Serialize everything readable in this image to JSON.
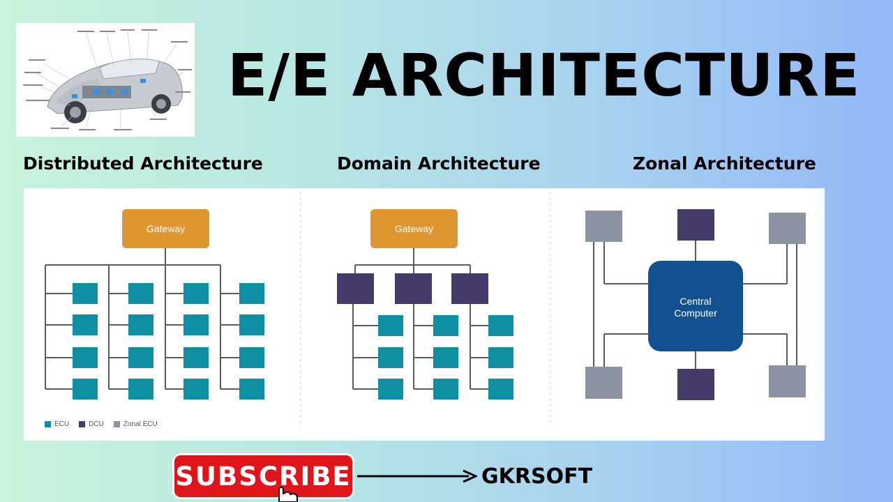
{
  "title": "E/E ARCHITECTURE",
  "sections": {
    "distributed": {
      "title": "Distributed Architecture"
    },
    "domain": {
      "title": "Domain Architecture",
      "gateway_label": "Gateway"
    },
    "zonal": {
      "title": "Zonal Architecture",
      "central_line1": "Central",
      "central_line2": "Computer"
    }
  },
  "distributed_gateway_label": "Gateway",
  "legend": [
    {
      "label": "ECU",
      "color": "#0e8fa3"
    },
    {
      "label": "DCU",
      "color": "#463a6b"
    },
    {
      "label": "Zonal ECU",
      "color": "#8c93a3"
    }
  ],
  "colors": {
    "gateway": "#df9530",
    "ecu": "#0e8fa3",
    "dcu": "#463a6b",
    "zonal_ecu": "#8c93a3",
    "central": "#13508f",
    "subscribe": "#e0141b"
  },
  "subscribe_label": "SUBSCRIBE",
  "brand": "GKRSOFT",
  "icons": [
    "car-illustration",
    "cursor-hand-icon",
    "arrow-right-icon"
  ]
}
